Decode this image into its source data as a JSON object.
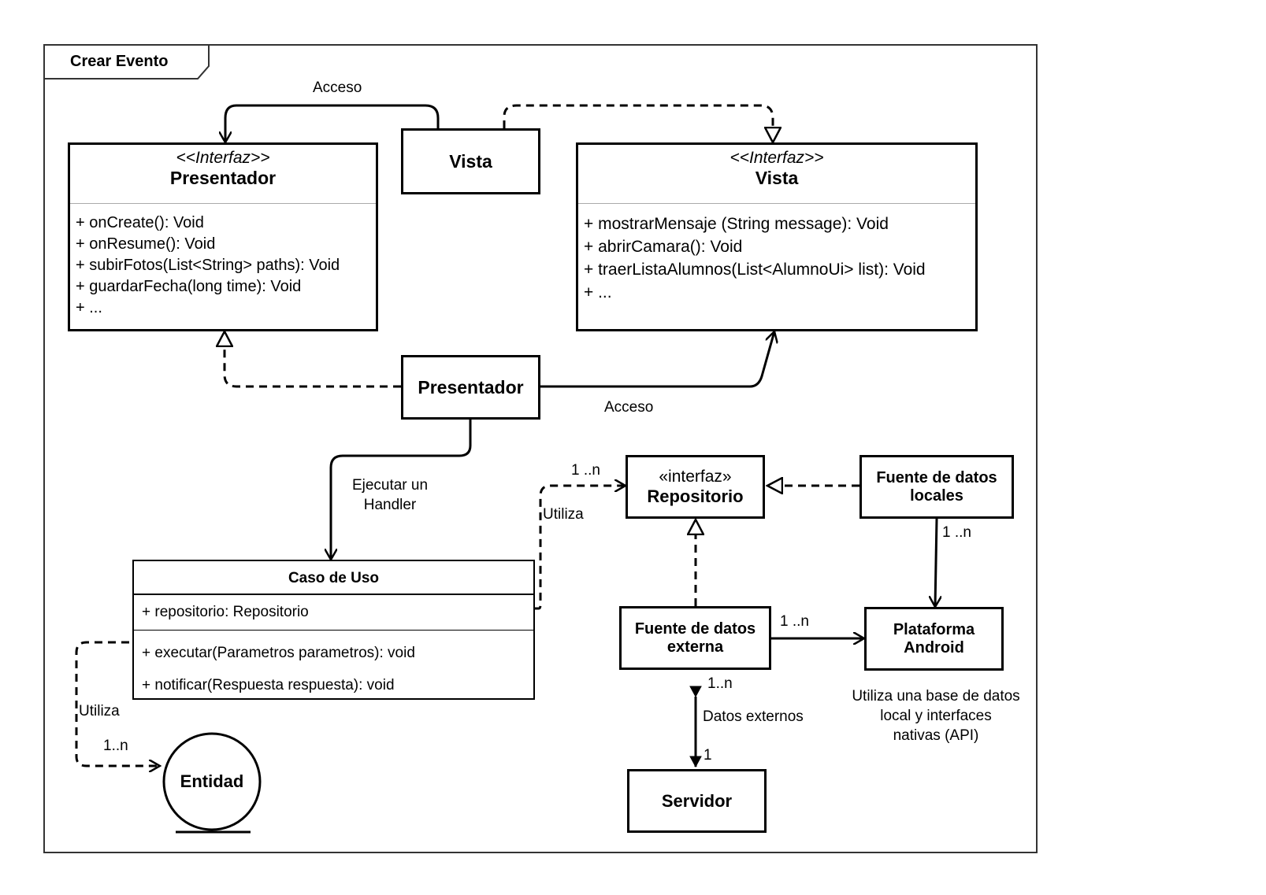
{
  "frame": {
    "title": "Crear Evento"
  },
  "interfaz_presentador": {
    "stereotype": "<<Interfaz>>",
    "name": "Presentador",
    "operations": [
      "+ onCreate(): Void",
      "+ onResume(): Void",
      "+ subirFotos(List<String> paths): Void",
      "+ guardarFecha(long time): Void",
      "+ ..."
    ]
  },
  "interfaz_vista": {
    "stereotype": "<<Interfaz>>",
    "name": "Vista",
    "operations": [
      "+ mostrarMensaje (String message): Void",
      "+ abrirCamara(): Void",
      "+ traerListaAlumnos(List<AlumnoUi> list): Void",
      "+ ..."
    ]
  },
  "vista_class": {
    "name": "Vista"
  },
  "presentador_class": {
    "name": "Presentador"
  },
  "caso_de_uso": {
    "name": "Caso de Uso",
    "attributes": [
      "+ repositorio: Repositorio"
    ],
    "operations": [
      "+ executar(Parametros parametros): void",
      "+ notificar(Respuesta respuesta): void"
    ]
  },
  "repositorio": {
    "stereotype": "«interfaz»",
    "name": "Repositorio"
  },
  "fuente_locales": {
    "line1": "Fuente de datos",
    "line2": "locales"
  },
  "fuente_externa": {
    "line1": "Fuente de datos",
    "line2": "externa"
  },
  "plataforma": {
    "line1": "Plataforma",
    "line2": "Android"
  },
  "servidor": {
    "name": "Servidor"
  },
  "entidad": {
    "name": "Entidad"
  },
  "labels": {
    "acceso_top": "Acceso",
    "acceso_bottom": "Acceso",
    "ejecutar_line1": "Ejecutar un",
    "ejecutar_line2": "Handler",
    "utiliza_repo": "Utiliza",
    "mult_repo": "1 ..n",
    "mult_locales": "1 ..n",
    "mult_externa": "1 ..n",
    "mult_1n_ext": "1..n",
    "mult_1": "1",
    "datos_externos": "Datos externos",
    "utiliza_entidad": "Utiliza",
    "mult_entidad": "1..n",
    "nota_line1": "Utiliza una base de datos",
    "nota_line2": "local y interfaces",
    "nota_line3": "nativas (API)"
  }
}
